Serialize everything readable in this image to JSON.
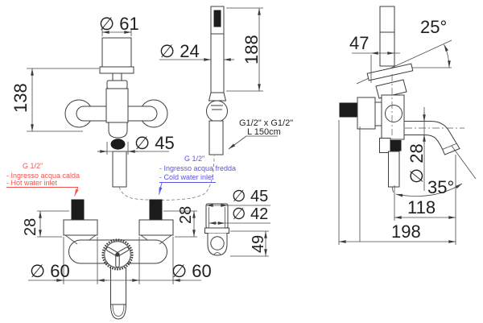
{
  "drawing": {
    "front_view": {
      "dim_knob_diameter": "∅ 61",
      "dim_height": "138",
      "dim_body_diameter": "∅ 45"
    },
    "hand_shower": {
      "dim_diameter": "∅ 24",
      "dim_length": "188",
      "hose_label_line1": "G1/2\" x G1/2\"",
      "hose_label_line2": "L 150cm"
    },
    "holder_detail": {
      "dim_outer_diameter": "∅ 45",
      "dim_inner_diameter": "∅ 42",
      "dim_height": "49"
    },
    "bottom_view": {
      "dim_inlet_left": "28",
      "dim_inlet_right": "28",
      "dim_flange_left": "∅ 60",
      "dim_flange_right": "∅ 60"
    },
    "side_view": {
      "dim_offset": "47",
      "dim_angle_handle": "25°",
      "dim_spout_diameter": "∅ 28",
      "dim_angle_spout": "35°",
      "dim_spout_reach": "118",
      "dim_total_depth": "198"
    },
    "hot_inlet_note": {
      "color": "#f0564f",
      "line1": "G 1/2\"",
      "line2": "- Ingresso acqua calda",
      "line3": "- Hot water inlet"
    },
    "cold_inlet_note": {
      "color": "#5a55e0",
      "line1": "G 1/2\"",
      "line2": "- Ingresso acqua fredda",
      "line3": "- Cold water inlet"
    }
  }
}
